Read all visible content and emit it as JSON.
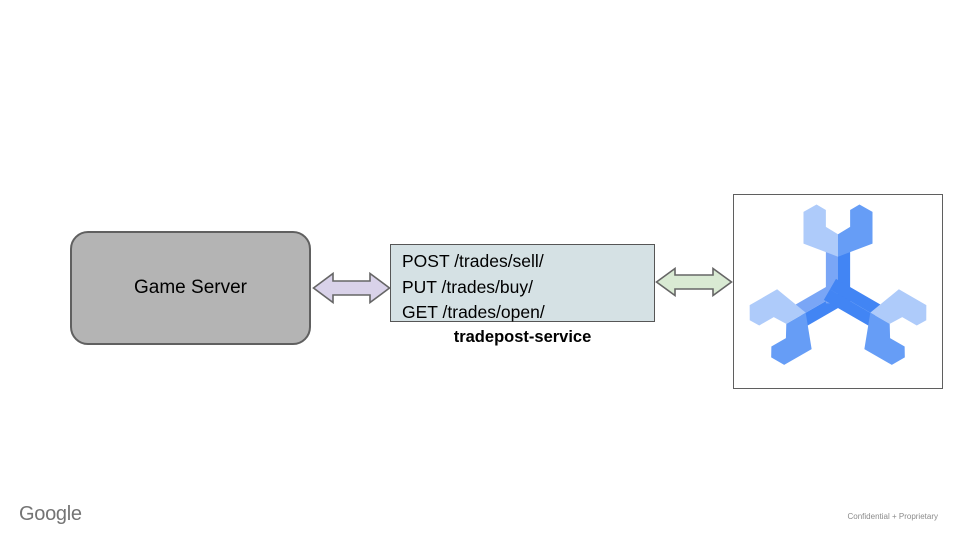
{
  "slide": {
    "background": "#ffffff",
    "diagram": {
      "game_server": {
        "label": "Game Server",
        "fill": "#b4b4b4",
        "border": "#606060"
      },
      "arrow_left": {
        "type": "double-headed-horizontal",
        "fill": "#d9d2e9",
        "stroke": "#666666"
      },
      "service": {
        "lines": [
          "POST /trades/sell/",
          "PUT /trades/buy/",
          "GET /trades/open/"
        ],
        "name": "tradepost-service",
        "fill": "#d5e1e4",
        "border": "#565656"
      },
      "arrow_right": {
        "type": "double-headed-horizontal",
        "fill": "#d9ead3",
        "stroke": "#666666"
      },
      "logo": {
        "icon": "open-match-logo",
        "frame_fill": "#ffffff",
        "frame_border": "#5f5f5f",
        "colors": {
          "light": "#aecbfa",
          "medium": "#669df6",
          "medium_shaft": "#7aa6f6",
          "dark": "#4285f4"
        }
      }
    },
    "footer": {
      "brand": "Google",
      "confidential": "Confidential + Proprietary"
    }
  }
}
